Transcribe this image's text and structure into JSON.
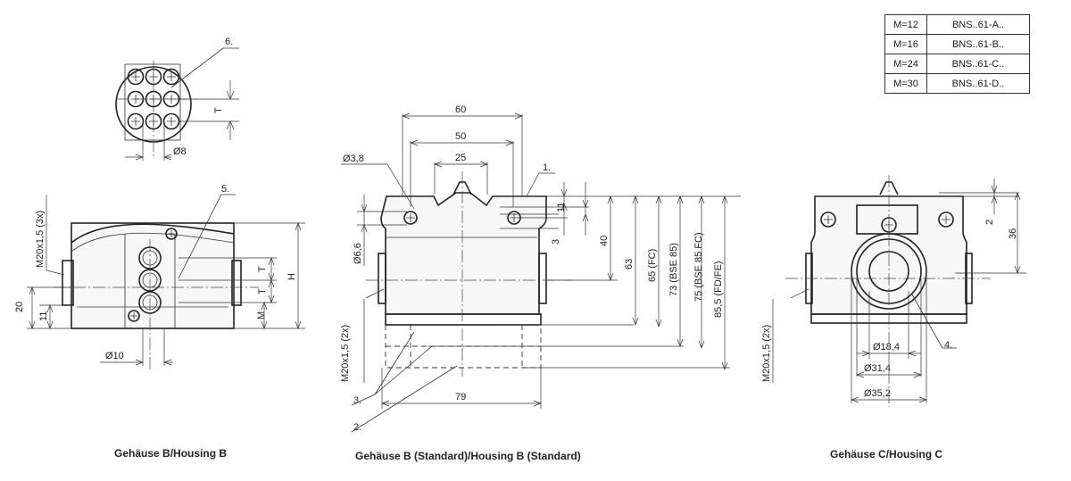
{
  "captions": {
    "left": "Gehäuse B/Housing B",
    "middle": "Gehäuse B (Standard)/Housing B (Standard)",
    "right": "Gehäuse C/Housing C"
  },
  "table": {
    "rows": [
      {
        "m": "M=12",
        "bns": "BNS..61-A.."
      },
      {
        "m": "M=16",
        "bns": "BNS..61-B.."
      },
      {
        "m": "M=24",
        "bns": "BNS..61-C.."
      },
      {
        "m": "M=30",
        "bns": "BNS..61-D.."
      }
    ]
  },
  "top_view": {
    "callout": "6.",
    "dim_t": "T",
    "dim_d8": "Ø8"
  },
  "housing_b": {
    "callout": "5.",
    "thread": "M20x1,5 (3x)",
    "dim_20": "20",
    "dim_11": "11",
    "dim_t1": "T",
    "dim_t2": "T",
    "dim_m": "M",
    "dim_h": "H",
    "dim_d10": "Ø10"
  },
  "housing_std": {
    "dim_60": "60",
    "dim_50": "50",
    "dim_25": "25",
    "dim_d38": "Ø3,8",
    "dim_d66": "Ø6,6",
    "callout_1": "1.",
    "callout_2": "2.",
    "callout_3": "3.",
    "dim_11": "11",
    "dim_3": "3",
    "dim_40": "40",
    "dim_63": "63",
    "dim_65": "65 (FC)",
    "dim_73": "73 (BSE 85)",
    "dim_75": "75 (BSE 85 FC)",
    "dim_855": "85,5 (FD/FE)",
    "thread": "M20x1,5 (2x)",
    "dim_79": "79"
  },
  "housing_c": {
    "dim_2": "2",
    "dim_36": "36",
    "thread": "M20x1,5 (2x)",
    "callout": "4.",
    "dim_184": "Ø18,4",
    "dim_314": "Ø31,4",
    "dim_352": "Ø35,2"
  }
}
